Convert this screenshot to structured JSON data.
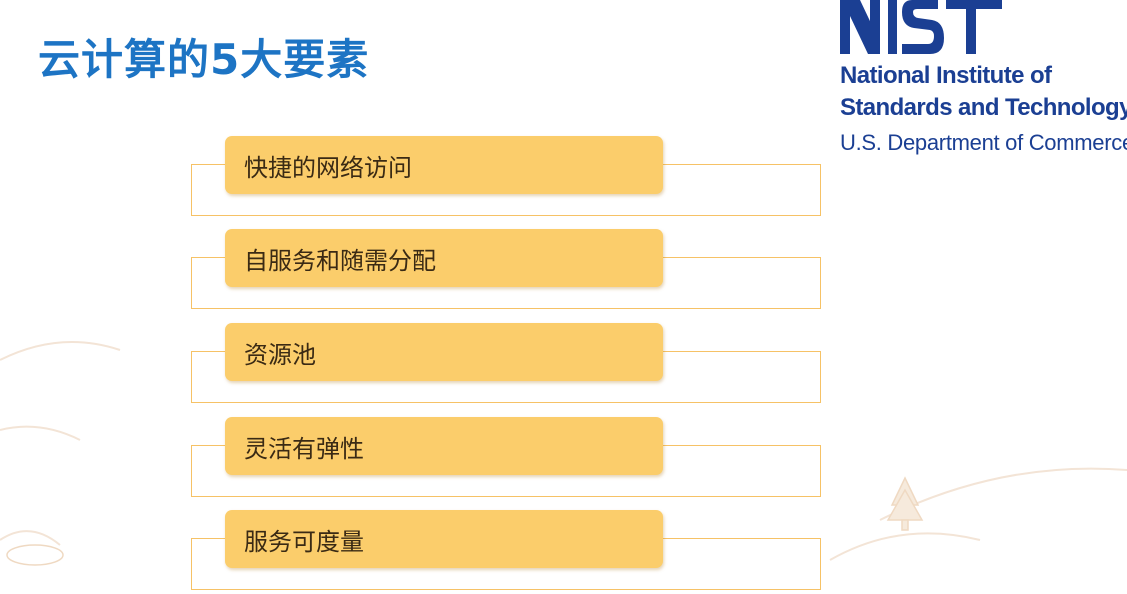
{
  "slide": {
    "title": "云计算的5大要素"
  },
  "logo": {
    "mark": "NIST",
    "line1": "National Institute of",
    "line2": "Standards and Technology",
    "line3": "U.S. Department of Commerce"
  },
  "elements": [
    {
      "label": "快捷的网络访问"
    },
    {
      "label": "自服务和随需分配"
    },
    {
      "label": "资源池"
    },
    {
      "label": "灵活有弹性"
    },
    {
      "label": "服务可度量"
    }
  ],
  "colors": {
    "title": "#1d74c4",
    "logo": "#1b3f93",
    "box_fill": "#fbcd6b",
    "box_outline": "#f6c266",
    "text": "#3a2a14"
  }
}
